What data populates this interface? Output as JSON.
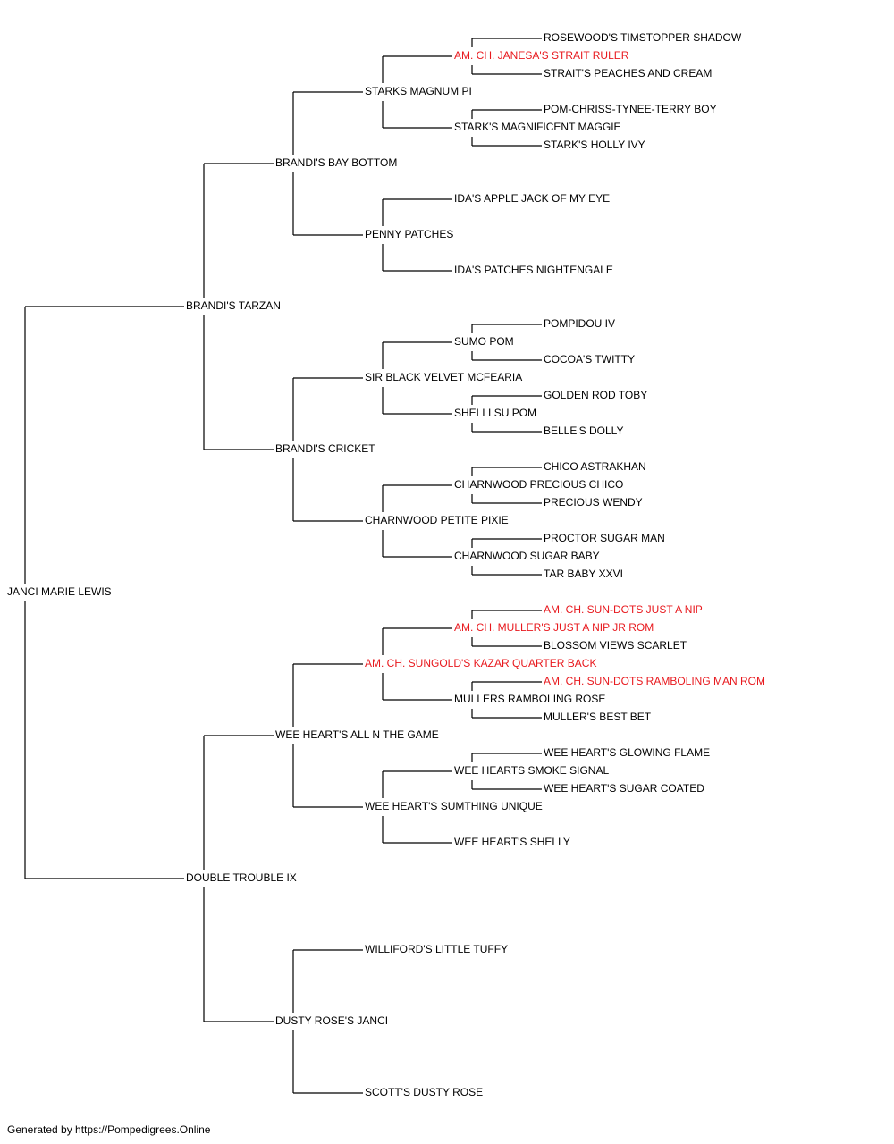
{
  "colors": {
    "line": "#000000",
    "text": "#000000",
    "champion": "#e8191e"
  },
  "dog": {
    "name": "JANCI MARIE LEWIS",
    "sire": {
      "name": "BRANDI'S TARZAN",
      "sire": {
        "name": "BRANDI'S BAY BOTTOM",
        "sire": {
          "name": "STARKS MAGNUM PI",
          "sire": {
            "name": "AM. CH. JANESA'S STRAIT RULER",
            "champion": true,
            "sire": {
              "name": "ROSEWOOD'S TIMSTOPPER SHADOW"
            },
            "dam": {
              "name": "STRAIT'S PEACHES AND CREAM"
            }
          },
          "dam": {
            "name": "STARK'S MAGNIFICENT MAGGIE",
            "sire": {
              "name": "POM-CHRISS-TYNEE-TERRY BOY"
            },
            "dam": {
              "name": "STARK'S HOLLY IVY"
            }
          }
        },
        "dam": {
          "name": "PENNY PATCHES",
          "sire": {
            "name": "IDA'S APPLE JACK OF MY EYE"
          },
          "dam": {
            "name": "IDA'S PATCHES NIGHTENGALE"
          }
        }
      },
      "dam": {
        "name": "BRANDI'S CRICKET",
        "sire": {
          "name": "SIR BLACK VELVET MCFEARIA",
          "sire": {
            "name": "SUMO POM",
            "sire": {
              "name": "POMPIDOU IV"
            },
            "dam": {
              "name": "COCOA'S TWITTY"
            }
          },
          "dam": {
            "name": "SHELLI SU POM",
            "sire": {
              "name": "GOLDEN ROD TOBY"
            },
            "dam": {
              "name": "BELLE'S DOLLY"
            }
          }
        },
        "dam": {
          "name": "CHARNWOOD PETITE PIXIE",
          "sire": {
            "name": "CHARNWOOD PRECIOUS CHICO",
            "sire": {
              "name": "CHICO ASTRAKHAN"
            },
            "dam": {
              "name": "PRECIOUS WENDY"
            }
          },
          "dam": {
            "name": "CHARNWOOD SUGAR BABY",
            "sire": {
              "name": "PROCTOR SUGAR MAN"
            },
            "dam": {
              "name": "TAR BABY XXVI"
            }
          }
        }
      }
    },
    "dam": {
      "name": "DOUBLE TROUBLE IX",
      "sire": {
        "name": "WEE HEART'S ALL N THE GAME",
        "sire": {
          "name": "AM. CH. SUNGOLD'S KAZAR QUARTER BACK",
          "champion": true,
          "sire": {
            "name": "AM. CH. MULLER'S JUST A NIP JR ROM",
            "champion": true,
            "sire": {
              "name": "AM. CH. SUN-DOTS JUST A NIP",
              "champion": true
            },
            "dam": {
              "name": "BLOSSOM VIEWS SCARLET"
            }
          },
          "dam": {
            "name": "MULLERS RAMBOLING ROSE",
            "sire": {
              "name": "AM. CH. SUN-DOTS RAMBOLING MAN ROM",
              "champion": true
            },
            "dam": {
              "name": "MULLER'S BEST BET"
            }
          }
        },
        "dam": {
          "name": "WEE HEART'S SUMTHING UNIQUE",
          "sire": {
            "name": "WEE HEARTS SMOKE SIGNAL",
            "sire": {
              "name": "WEE HEART'S GLOWING FLAME"
            },
            "dam": {
              "name": "WEE HEART'S SUGAR COATED"
            }
          },
          "dam": {
            "name": "WEE HEART'S SHELLY"
          }
        }
      },
      "dam": {
        "name": "DUSTY ROSE'S JANCI",
        "sire": {
          "name": "WILLIFORD'S LITTLE TUFFY"
        },
        "dam": {
          "name": "SCOTT'S DUSTY ROSE"
        }
      }
    }
  },
  "footer": "Generated by https://Pompedigrees.Online"
}
